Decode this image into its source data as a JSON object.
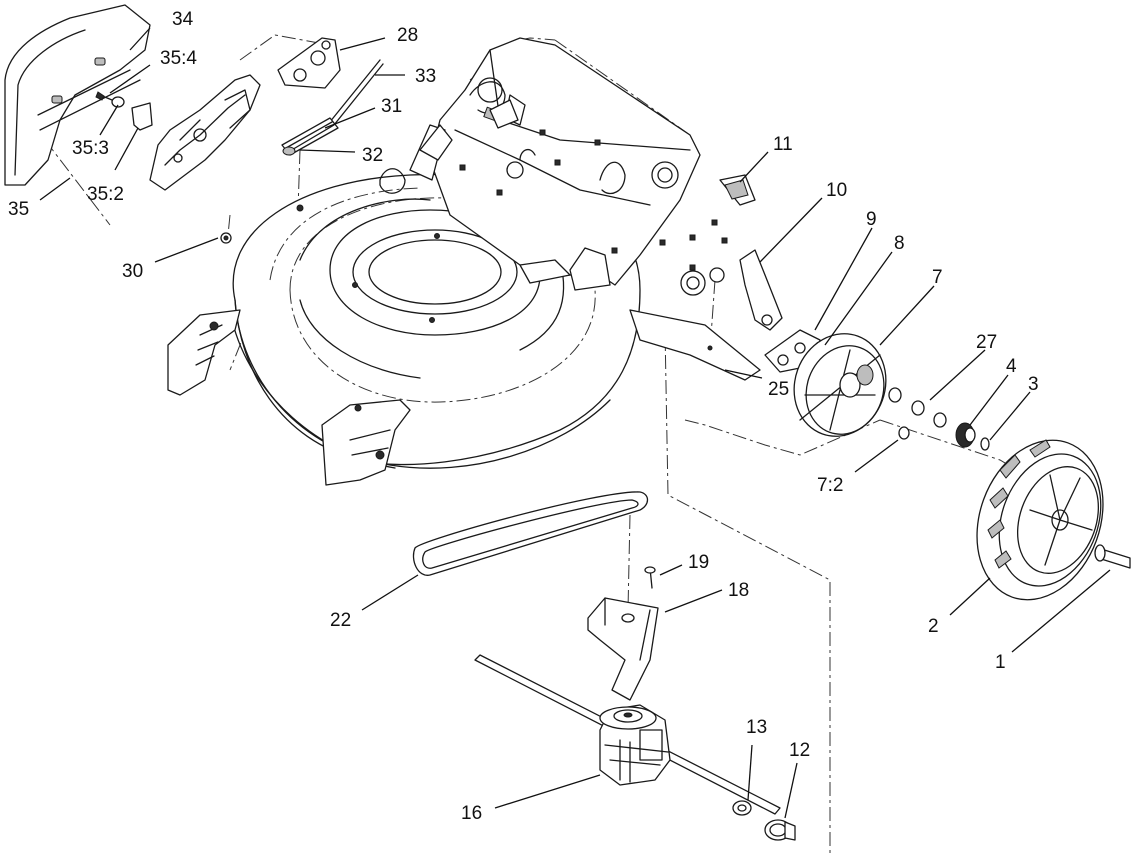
{
  "callouts": {
    "c34": "34",
    "c35_4": "35:4",
    "c28": "28",
    "c33": "33",
    "c31": "31",
    "c32": "32",
    "c35_3": "35:3",
    "c35_2": "35:2",
    "c35": "35",
    "c30": "30",
    "c11": "11",
    "c10": "10",
    "c9": "9",
    "c8": "8",
    "c7": "7",
    "c27": "27",
    "c4": "4",
    "c3": "3",
    "c25": "25",
    "c7_2": "7:2",
    "c19": "19",
    "c18": "18",
    "c22": "22",
    "c2": "2",
    "c1": "1",
    "c13": "13",
    "c12": "12",
    "c16": "16"
  }
}
